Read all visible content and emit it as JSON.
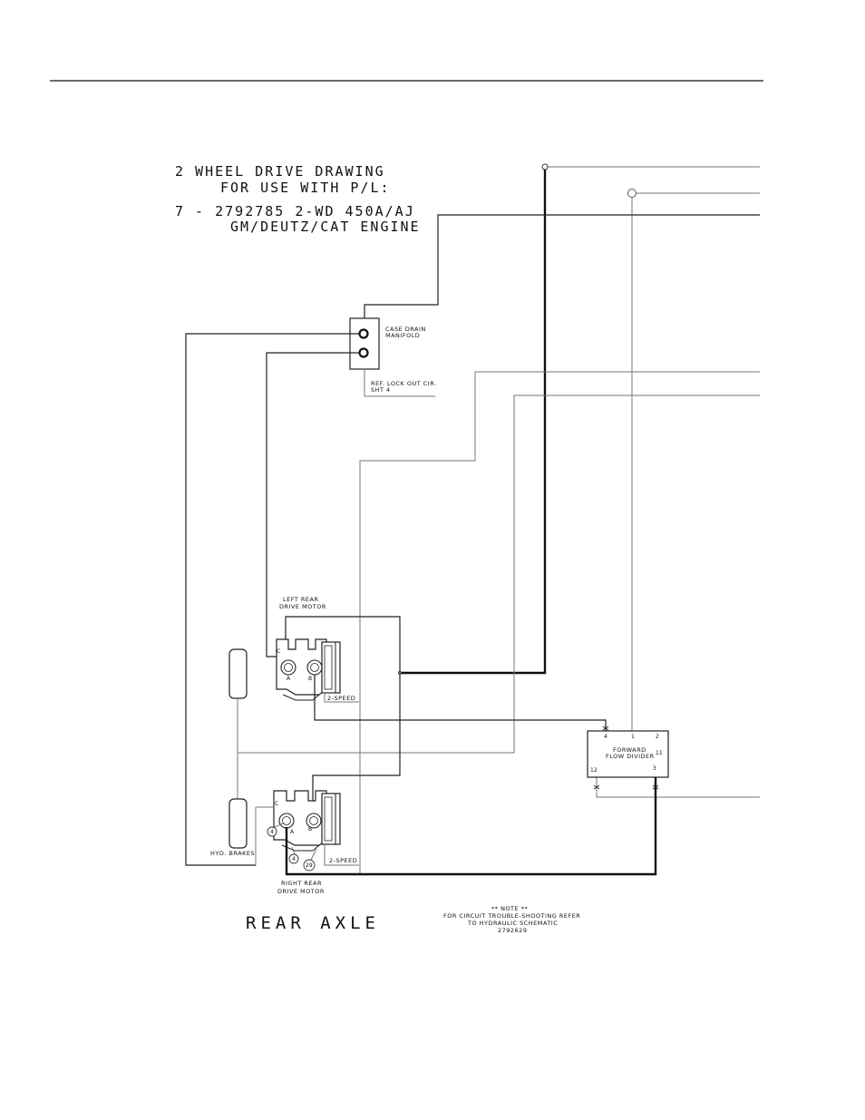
{
  "title": {
    "line1": "2 WHEEL DRIVE DRAWING",
    "line2": "FOR USE WITH P/L:",
    "line3": "7 -   2792785 2-WD 450A/AJ",
    "line4": "GM/DEUTZ/CAT ENGINE"
  },
  "labels": {
    "case_drain_1": "CASE DRAIN",
    "case_drain_2": "MANIFOLD",
    "lockout_1": "REF. LOCK OUT CIR.",
    "lockout_2": "SHT 4",
    "left_motor_1": "LEFT REAR",
    "left_motor_2": "DRIVE MOTOR",
    "right_motor_1": "RIGHT REAR",
    "right_motor_2": "DRIVE MOTOR",
    "two_speed_left": "2-SPEED",
    "two_speed_right": "2-SPEED",
    "hyd_brakes": "HYD. BRAKES",
    "flow_divider_1": "FORWARD",
    "flow_divider_2": "FLOW DIVIDER",
    "rear_axle": "REAR AXLE",
    "note_1": "** NOTE **",
    "note_2": "FOR CIRCUIT TROUBLE-SHOOTING REFER",
    "note_3": "TO HYDRAULIC SCHEMATIC",
    "note_4": "2792629"
  },
  "ports": {
    "left_c": "C",
    "left_a": "A",
    "left_b": "B",
    "right_c": "C",
    "right_a": "A",
    "right_b": "B",
    "fd_4": "4",
    "fd_1": "1",
    "fd_2": "2",
    "fd_11": "11",
    "fd_12": "12",
    "fd_3": "3"
  },
  "callouts": {
    "c1": "4",
    "c2": "4",
    "c3": "29"
  }
}
